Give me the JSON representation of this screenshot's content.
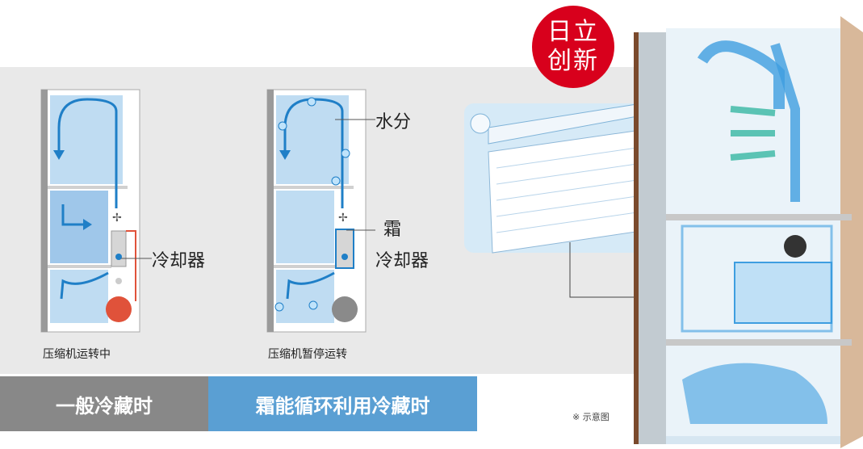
{
  "badge": {
    "line1": "日立",
    "line2": "创新"
  },
  "left_diagram": {
    "cooler_label": "冷却器",
    "caption": "压缩机运转中"
  },
  "right_diagram": {
    "moisture_label": "水分",
    "frost_label": "霜",
    "cooler_label": "冷却器",
    "caption": "压缩机暂停运转"
  },
  "bars": {
    "left": "一般冷藏时",
    "right": "霜能循环利用冷藏时"
  },
  "note": "※ 示意图",
  "colors": {
    "band": "#e9e9e9",
    "compartment": "#bfdcf2",
    "airflow": "#1f7fc7",
    "compressor_on": "#e0523a",
    "compressor_off": "#8a8a8a",
    "badge": "#d8001c",
    "bar_gray": "#888888",
    "bar_blue": "#5a9fd3"
  }
}
